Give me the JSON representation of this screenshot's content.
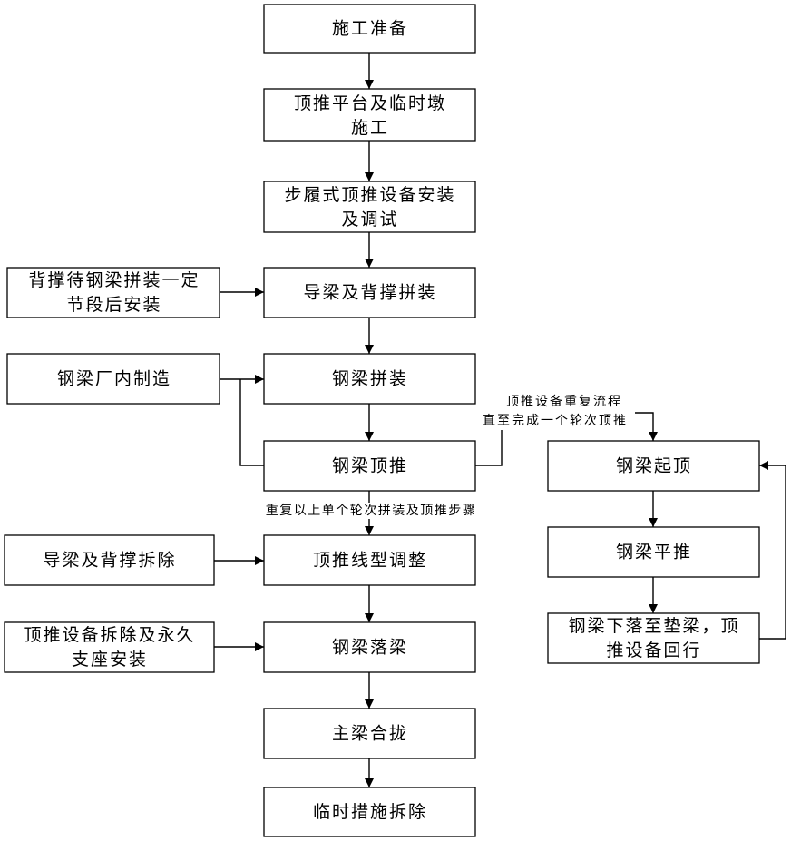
{
  "main_flow": [
    {
      "lines": [
        "施工准备"
      ]
    },
    {
      "lines": [
        "顶推平台及临时墩",
        "施工"
      ]
    },
    {
      "lines": [
        "步履式顶推设备安装",
        "及调试"
      ]
    },
    {
      "lines": [
        "导梁及背撑拼装"
      ]
    },
    {
      "lines": [
        "钢梁拼装"
      ]
    },
    {
      "lines": [
        "钢梁顶推"
      ]
    },
    {
      "lines": [
        "顶推线型调整"
      ]
    },
    {
      "lines": [
        "钢梁落梁"
      ]
    },
    {
      "lines": [
        "主梁合拢"
      ]
    },
    {
      "lines": [
        "临时措施拆除"
      ]
    }
  ],
  "side_inputs": [
    {
      "lines": [
        "背撑待钢梁拼装一定",
        "节段后安装"
      ]
    },
    {
      "lines": [
        "钢梁厂内制造"
      ]
    },
    {
      "lines": [
        "导梁及背撑拆除"
      ]
    },
    {
      "lines": [
        "顶推设备拆除及永久",
        "支座安装"
      ]
    }
  ],
  "jacking_cycle": [
    {
      "lines": [
        "钢梁起顶"
      ]
    },
    {
      "lines": [
        "钢梁平推"
      ]
    },
    {
      "lines": [
        "钢梁下落至垫梁，顶",
        "推设备回行"
      ]
    }
  ],
  "edge_labels": {
    "repeat_jacking": [
      "顶推设备重复流程",
      "直至完成一个轮次顶推"
    ],
    "repeat_cycle": "重复以上单个轮次拼装及顶推步骤"
  }
}
